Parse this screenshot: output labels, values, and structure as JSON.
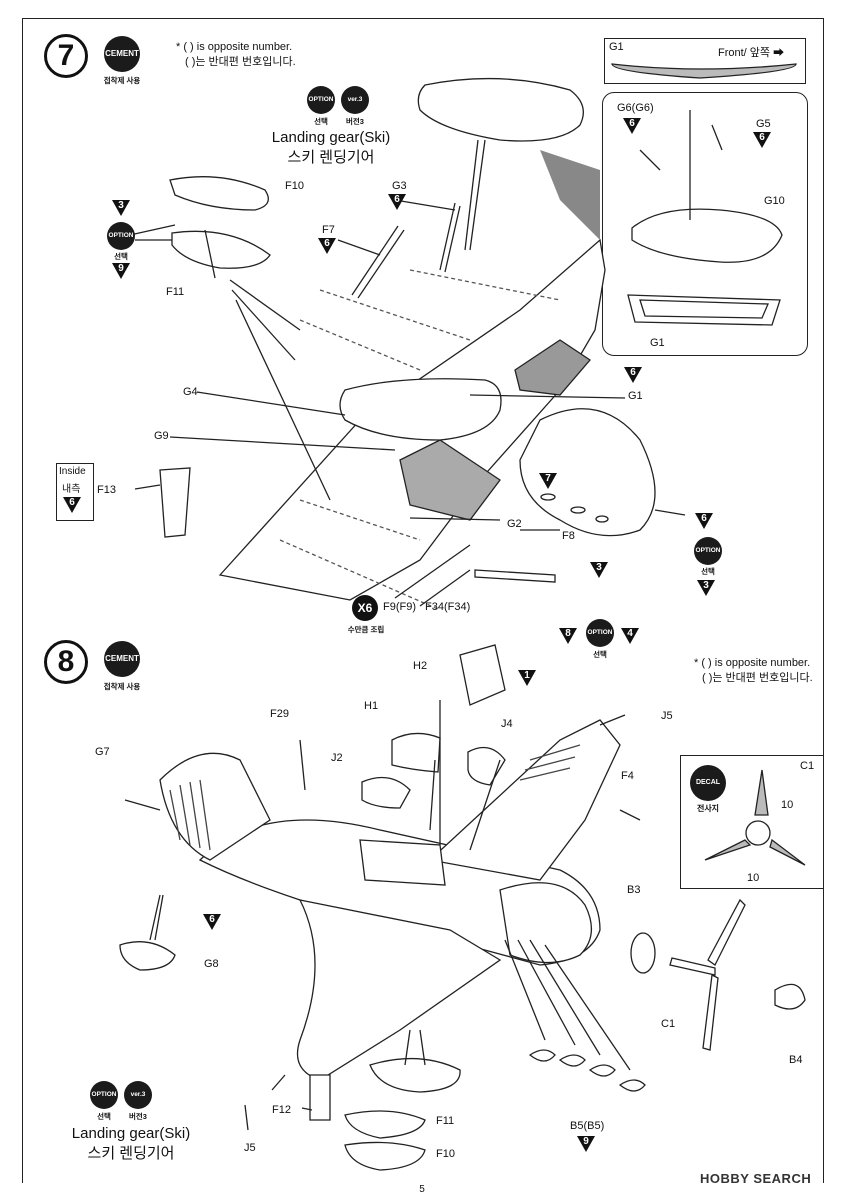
{
  "page_number": "5",
  "watermark": "HOBBY SEARCH",
  "step7": {
    "number": "7",
    "cement": {
      "label": "CEMENT",
      "caption": "접착제 사용"
    },
    "note_en": "* (   ) is opposite number.",
    "note_ko": "(   )는 반대편 번호입니다.",
    "option_badge": {
      "label": "OPTION",
      "caption": "선택"
    },
    "ver_badge": {
      "label": "ver.3",
      "caption": "버전3"
    },
    "title_en": "Landing gear(Ski)",
    "title_ko": "스키 렌딩기어",
    "inset_top": {
      "label": "G1",
      "front": "Front/ 앞쪽 ➡"
    },
    "inside_box": {
      "line1": "Inside",
      "line2": "내측",
      "num": "6"
    },
    "x6": {
      "label": "X6",
      "caption": "수만큼 조립"
    },
    "labels": [
      "F10",
      "F11",
      "G3",
      "F7",
      "G4",
      "G9",
      "F13",
      "G2",
      "F8",
      "G1",
      "G6(G6)",
      "G5",
      "G10",
      "G1",
      "F9(F9)",
      "F34(F34)"
    ],
    "tri_nums": [
      "3",
      "9",
      "6",
      "6",
      "6",
      "6",
      "6",
      "6",
      "7",
      "6",
      "3",
      "3",
      "8",
      "4"
    ]
  },
  "step8": {
    "number": "8",
    "cement": {
      "label": "CEMENT",
      "caption": "접착제 사용"
    },
    "note_en": "* (   ) is opposite number.",
    "note_ko": "(   )는 반대편 번호입니다.",
    "option_badge": {
      "label": "OPTION",
      "caption": "선택"
    },
    "ver_badge": {
      "label": "ver.3",
      "caption": "버전3"
    },
    "title_en": "Landing gear(Ski)",
    "title_ko": "스키 렌딩기어",
    "decal": {
      "label": "DECAL",
      "caption": "전사지",
      "box_label": "C1",
      "num1": "10",
      "num2": "10"
    },
    "labels": [
      "H2",
      "H1",
      "J4",
      "J5",
      "F29",
      "J2",
      "G7",
      "F4",
      "G8",
      "B3",
      "C1",
      "B4",
      "F12",
      "F11",
      "J5",
      "F10",
      "B5(B5)"
    ],
    "tri_nums": [
      "1",
      "6",
      "9"
    ]
  }
}
